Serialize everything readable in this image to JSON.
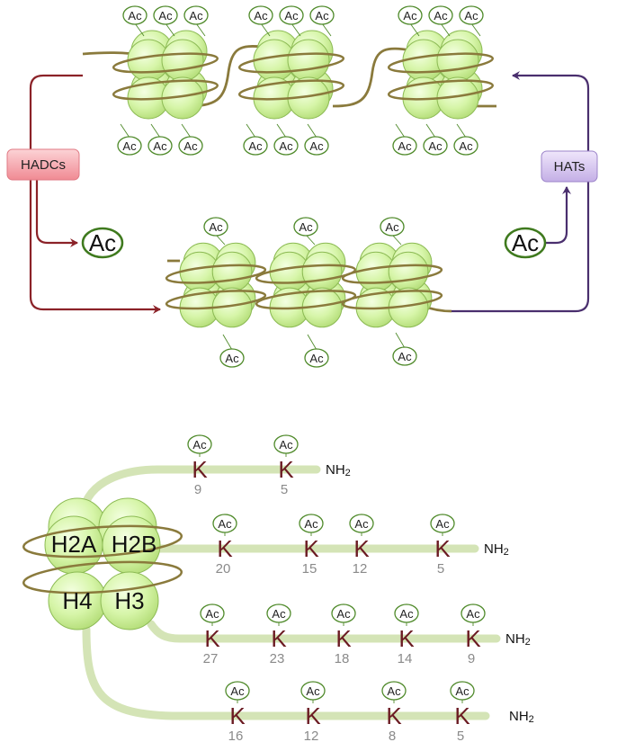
{
  "acetyl_label": "Ac",
  "enzymes": {
    "hadcs": "HADCs",
    "hats": "HATs"
  },
  "histones": {
    "h2a": "H2A",
    "h2b": "H2B",
    "h4": "H4",
    "h3": "H3"
  },
  "lysine_label": "K",
  "terminus_label": "NH",
  "terminus_subscript": "2",
  "tails": [
    {
      "histone": "H2A",
      "positions": [
        "9",
        "5"
      ]
    },
    {
      "histone": "H2B",
      "positions": [
        "20",
        "15",
        "12",
        "5"
      ]
    },
    {
      "histone": "H3",
      "positions": [
        "27",
        "23",
        "18",
        "14",
        "9"
      ]
    },
    {
      "histone": "H4",
      "positions": [
        "16",
        "12",
        "8",
        "5"
      ]
    }
  ],
  "colors": {
    "nucleosome_fill": "#d6f5a8",
    "nucleosome_stroke": "#8dbb55",
    "dna": "#8a7a3c",
    "hadc_arrow": "#8b2228",
    "hat_arrow": "#4a2f6e",
    "hadc_box": "#f5a8ae",
    "hat_box": "#d8c8f0",
    "tail": "#d4e4b6",
    "lysine": "#6b1b22"
  }
}
